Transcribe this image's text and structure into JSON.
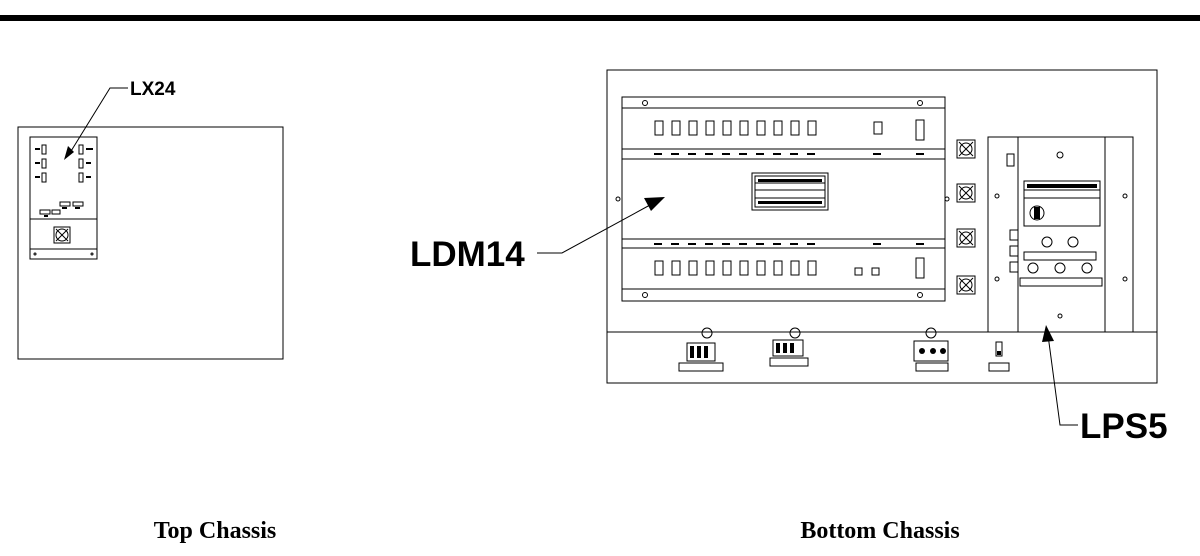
{
  "callouts": {
    "lx24": "LX24",
    "ldm14": "LDM14",
    "lps5": "LPS5"
  },
  "captions": {
    "top_chassis": "Top Chassis",
    "bottom_chassis": "Bottom Chassis"
  },
  "colors": {
    "line": "#000000",
    "background": "#ffffff"
  }
}
